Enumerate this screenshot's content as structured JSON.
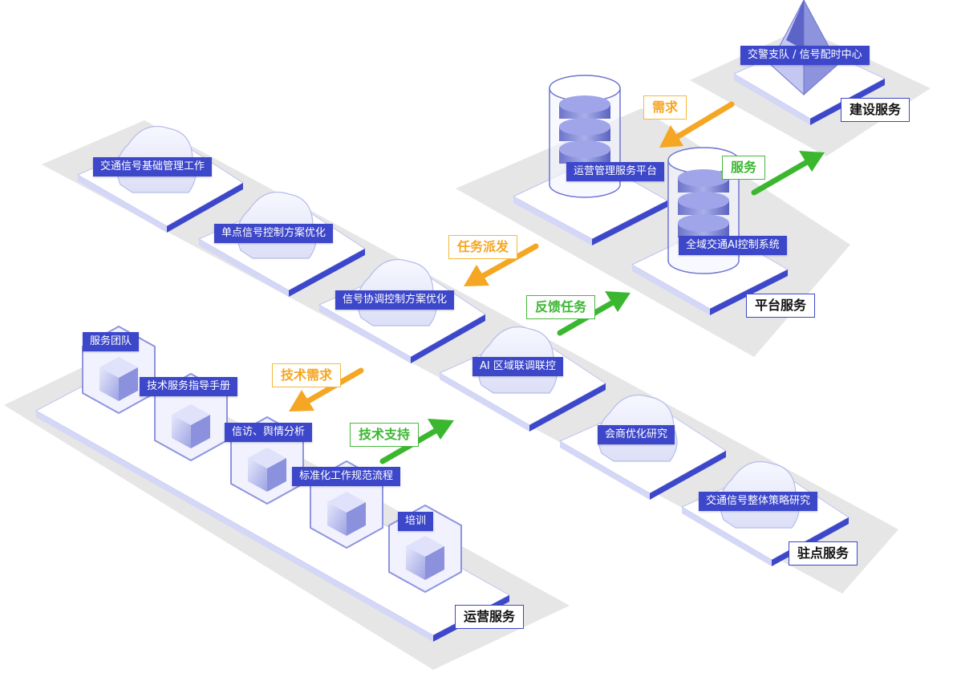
{
  "zones": {
    "construction": "建设服务",
    "platform": "平台服务",
    "resident": "驻点服务",
    "operation": "运营服务"
  },
  "construction": {
    "center_label": "交警支队 / 信号配时中心"
  },
  "platform": {
    "operation_platform": "运营管理服务平台",
    "ai_control_system": "全域交通AI控制系统"
  },
  "resident": {
    "items": [
      "交通信号基础管理工作",
      "单点信号控制方案优化",
      "信号协调控制方案优化",
      "AI 区域联调联控",
      "会商优化研究",
      "交通信号整体策略研究"
    ]
  },
  "operation": {
    "items": [
      "服务团队",
      "技术服务指导手册",
      "信访、舆情分析",
      "标准化工作规范流程",
      "培训"
    ]
  },
  "arrows": {
    "demand": "需求",
    "service": "服务",
    "task_dispatch": "任务派发",
    "feedback_task": "反馈任务",
    "tech_demand": "技术需求",
    "tech_support": "技术支持"
  },
  "colors": {
    "accent": "#3d47c9",
    "demand_arrow": "#f5a623",
    "support_arrow": "#3ab72f",
    "ground": "#e6e6e6"
  }
}
